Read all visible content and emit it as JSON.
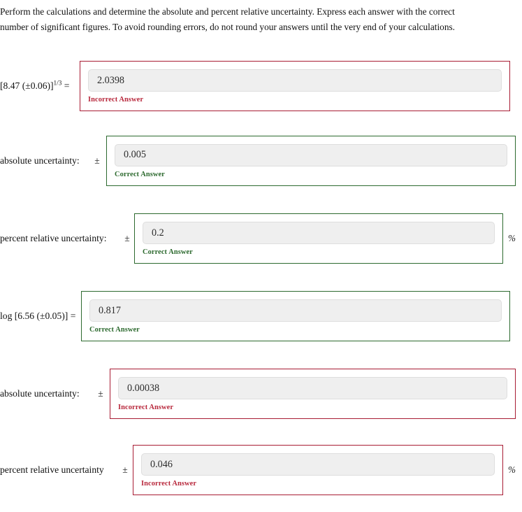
{
  "instructions": {
    "line1": "Perform the calculations and determine the absolute and percent relative uncertainty. Express each answer with the correct",
    "line2": "number of significant figures. To avoid rounding errors, do not round your answers until the very end of your calculations."
  },
  "symbols": {
    "plus_minus": "±",
    "percent": "%"
  },
  "feedback_text": {
    "correct": "Correct Answer",
    "incorrect": "Incorrect Answer"
  },
  "colors": {
    "correct_border": "#2d6a2f",
    "incorrect_border": "#a81c34",
    "correct_text": "#2d6a2f",
    "incorrect_text": "#b8283c",
    "input_background": "#efefef",
    "page_background": "#ffffff"
  },
  "rows": [
    {
      "id": "row-1",
      "label_main": "[8.47 (±0.06)]",
      "label_sup": "1/3",
      "label_tail": " =",
      "has_plus_minus": false,
      "plus_minus": "",
      "value": "2.0398",
      "status": "incorrect",
      "feedback": "Incorrect Answer",
      "has_percent": false,
      "percent": ""
    },
    {
      "id": "row-2",
      "label_main": "absolute uncertainty:",
      "label_sup": "",
      "label_tail": "",
      "has_plus_minus": true,
      "plus_minus": "±",
      "value": "0.005",
      "status": "correct",
      "feedback": "Correct Answer",
      "has_percent": false,
      "percent": ""
    },
    {
      "id": "row-3",
      "label_main": "percent relative uncertainty:",
      "label_sup": "",
      "label_tail": "",
      "has_plus_minus": true,
      "plus_minus": "±",
      "value": "0.2",
      "status": "correct",
      "feedback": "Correct Answer",
      "has_percent": true,
      "percent": "%"
    },
    {
      "id": "row-4",
      "label_main": "log [6.56 (±0.05)] =",
      "label_sup": "",
      "label_tail": "",
      "has_plus_minus": false,
      "plus_minus": "",
      "value": "0.817",
      "status": "correct",
      "feedback": "Correct Answer",
      "has_percent": false,
      "percent": ""
    },
    {
      "id": "row-5",
      "label_main": "absolute uncertainty:",
      "label_sup": "",
      "label_tail": "",
      "has_plus_minus": true,
      "plus_minus": "±",
      "value": "0.00038",
      "status": "incorrect",
      "feedback": "Incorrect Answer",
      "has_percent": false,
      "percent": ""
    },
    {
      "id": "row-6",
      "label_main": "percent relative uncertainty",
      "label_sup": "",
      "label_tail": "",
      "has_plus_minus": true,
      "plus_minus": "±",
      "value": "0.046",
      "status": "incorrect",
      "feedback": "Incorrect Answer",
      "has_percent": true,
      "percent": "%"
    }
  ]
}
